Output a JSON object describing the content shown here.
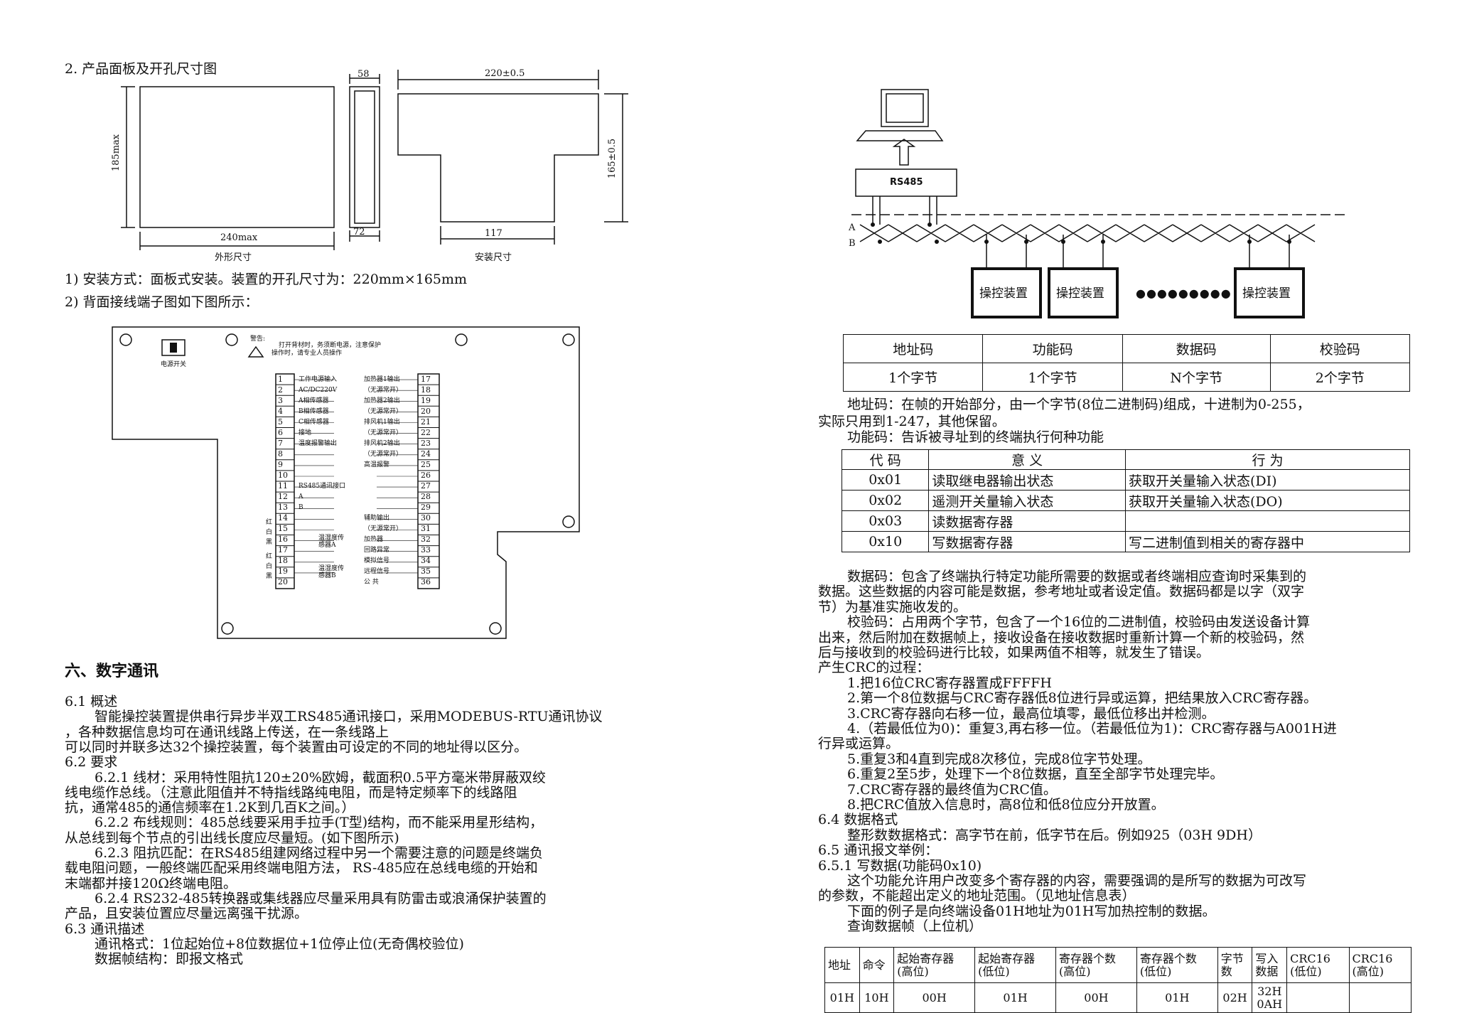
{
  "left": {
    "heading2": "2. 产品面板及开孔尺寸图",
    "dims": {
      "front_w": "240max",
      "front_h": "185max",
      "side_top": "58",
      "side_bottom": "72",
      "cut_w": "220±0.5",
      "cut_h": "165±0.5",
      "cut_bottom": "117",
      "caption_outer": "外形尺寸",
      "caption_install": "安装尺寸"
    },
    "install_line": "1) 安装方式：面板式安装。装置的开孔尺寸为：220mm×165mm",
    "wiring_line": "2) 背面接线端子图如下图所示：",
    "terminal": {
      "power_switch": "电源开关",
      "warning": "警告:",
      "warning_text": [
        "打开背材时，务须断电源，注意保护",
        "操作时，请专业人员操作"
      ],
      "left_nums": [
        "1",
        "2",
        "3",
        "4",
        "5",
        "6",
        "7",
        "8",
        "9",
        "10",
        "11",
        "12",
        "13",
        "14",
        "15",
        "16",
        "17",
        "18",
        "19",
        "20"
      ],
      "right_nums": [
        "17",
        "18",
        "19",
        "20",
        "21",
        "22",
        "23",
        "24",
        "25",
        "26",
        "27",
        "28",
        "29",
        "30",
        "31",
        "32",
        "33",
        "34",
        "35",
        "36"
      ],
      "left_labels": [
        "工作电源输入",
        "AC/DC220V",
        "A相传感器",
        "B相传感器",
        "C相传感器",
        "接地",
        "温度报警输出",
        "",
        "",
        "",
        "RS485通讯接口",
        "A",
        "B",
        "",
        "",
        "",
        "",
        "",
        "",
        ""
      ],
      "right_labels": [
        "加热器1输出",
        "（无源常开）",
        "加热器2输出",
        "（无源常开）",
        "排风机1输出",
        "（无源常开）",
        "排风机2输出",
        "（无源常开）",
        "高温报警",
        "",
        "",
        "",
        "",
        "辅助输出",
        "（无源常开）",
        "加热器",
        "回路异常",
        "模拟信号",
        "远程信号",
        "公 共"
      ],
      "side_marks": [
        "红",
        "白",
        "黑",
        "红",
        "白",
        "黑"
      ],
      "sensor_a": "温湿度传感器A",
      "sensor_b": "温湿度传感器B"
    },
    "section6_title": "六、数字通讯",
    "paragraphs": [
      "6.1 概述",
      "智能操控装置提供串行异步半双工RS485通讯接口，采用MODEBUS-RTU通讯协议",
      "，各种数据信息均可在通讯线路上传送，在一条线路上",
      "可以同时并联多达32个操控装置，每个装置由可设定的不同的地址得以区分。",
      "6.2 要求",
      "6.2.1 线材：采用特性阻抗120±20%欧姆，截面积0.5平方毫米带屏蔽双绞",
      "线电缆作总线。（注意此阻值并不特指线路纯电阻，而是特定频率下的线路阻",
      "抗，通常485的通信频率在1.2K到几百K之间。）",
      "6.2.2 布线规则：485总线要采用手拉手(T型)结构，而不能采用星形结构，",
      "从总线到每个节点的引出线长度应尽量短。(如下图所示)",
      "6.2.3 阻抗匹配：在RS485组建网络过程中另一个需要注意的问题是终端负",
      "载电阻问题，一般终端匹配采用终端电阻方法， RS-485应在总线电缆的开始和",
      "末端都并接120Ω终端电阻。",
      "6.2.4 RS232-485转换器或集线器应尽量采用具有防雷击或浪涌保护装置的",
      "产品，且安装位置应尽量远离强干扰源。",
      "6.3 通讯描述",
      "通讯格式：1位起始位+8位数据位+1位停止位(无奇偶校验位)",
      "数据帧结构：即报文格式"
    ]
  },
  "right": {
    "network": {
      "converter": "RS485",
      "line_a": "A",
      "line_b": "B",
      "device": "操控装置",
      "ellipsis": "●●●●●●●●●"
    },
    "frame_table": {
      "headers": [
        "地址码",
        "功能码",
        "数据码",
        "校验码"
      ],
      "values": [
        "1个字节",
        "1个字节",
        "N个字节",
        "2个字节"
      ]
    },
    "addr_para": [
      "地址码：在帧的开始部分，由一个字节(8位二进制码)组成，十进制为0-255，",
      "实际只用到1-247，其他保留。",
      "功能码：告诉被寻址到的终端执行何种功能"
    ],
    "func_table": {
      "headers": [
        "代  码",
        "意    义",
        "行    为"
      ],
      "rows": [
        [
          "0x01",
          "读取继电器输出状态",
          "获取开关量输入状态(DI)"
        ],
        [
          "0x02",
          "遥测开关量输入状态",
          "获取开关量输入状态(DO)"
        ],
        [
          "0x03",
          "读数据寄存器",
          ""
        ],
        [
          "0x10",
          "写数据寄存器",
          "写二进制值到相关的寄存器中"
        ]
      ]
    },
    "paragraphs": [
      "数据码：包含了终端执行特定功能所需要的数据或者终端相应查询时采集到的",
      "数据。这些数据的内容可能是数据，参考地址或者设定值。数据码都是以字（双字",
      "节）为基准实施收发的。",
      "校验码：占用两个字节，包含了一个16位的二进制值，校验码由发送设备计算",
      "出来，然后附加在数据帧上，接收设备在接收数据时重新计算一个新的校验码，然",
      "后与接收到的校验码进行比较，如果两值不相等，就发生了错误。",
      "产生CRC的过程：",
      "1.把16位CRC寄存器置成FFFFH",
      "2.第一个8位数据与CRC寄存器低8位进行异或运算，把结果放入CRC寄存器。",
      "3.CRC寄存器向右移一位，最高位填零，最低位移出并检测。",
      "4.（若最低位为0)：重复3,再右移一位。（若最低位为1)：CRC寄存器与A001H进",
      "行异或运算。",
      "5.重复3和4直到完成8次移位，完成8位字节处理。",
      "6.重复2至5步，处理下一个8位数据，直至全部字节处理完毕。",
      "7.CRC寄存器的最终值为CRC值。",
      "8.把CRC值放入信息时，高8位和低8位应分开放置。",
      "6.4 数据格式",
      "整形数数据格式：高字节在前，低字节在后。例如925（03H 9DH）",
      "6.5 通讯报文举例：",
      "6.5.1  写数据(功能码0x10)",
      "这个功能允许用户改变多个寄存器的内容，需要强调的是所写的数据为可改写",
      "的参数，不能超出定义的地址范围。（见地址信息表）",
      "下面的例子是向终端设备01H地址为01H写加热控制的数据。",
      "查询数据帧（上位机）"
    ],
    "query_table": {
      "headers": [
        "地址",
        "命令",
        "起始寄存器\n(高位)",
        "起始寄存器\n(低位)",
        "寄存器个数\n(高位)",
        "寄存器个数\n(低位)",
        "字节\n数",
        "写入\n数据",
        "CRC16\n(低位)",
        "CRC16\n(高位)"
      ],
      "values": [
        "01H",
        "10H",
        "00H",
        "01H",
        "00H",
        "01H",
        "02H",
        "32H\n0AH",
        "",
        ""
      ]
    }
  }
}
